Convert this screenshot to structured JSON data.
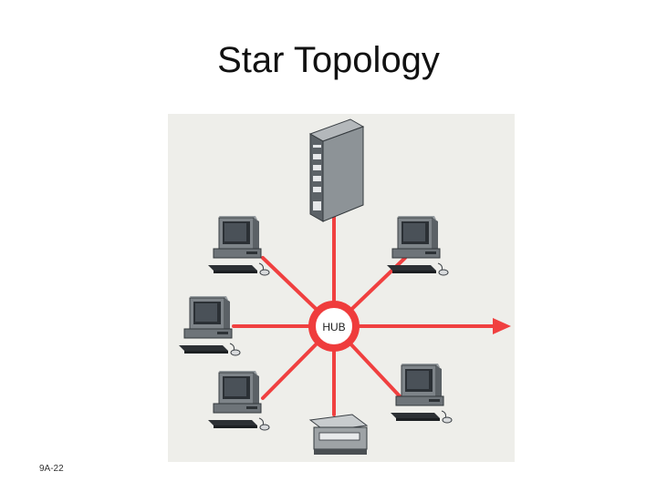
{
  "slide": {
    "title": "Star Topology",
    "number": "9A-22"
  },
  "diagram": {
    "hub_label": "HUB",
    "nodes": [
      {
        "kind": "server-icon",
        "position": "top"
      },
      {
        "kind": "computer-icon",
        "position": "upper-left"
      },
      {
        "kind": "computer-icon",
        "position": "upper-right"
      },
      {
        "kind": "computer-icon",
        "position": "left"
      },
      {
        "kind": "computer-icon",
        "position": "lower-left"
      },
      {
        "kind": "computer-icon",
        "position": "lower-right"
      },
      {
        "kind": "printer-icon",
        "position": "bottom"
      }
    ],
    "outgoing_link": "arrow-right-icon",
    "colors": {
      "link": "#f04040",
      "hub_ring": "#ef3c3c",
      "background": "#eeeeea"
    }
  }
}
